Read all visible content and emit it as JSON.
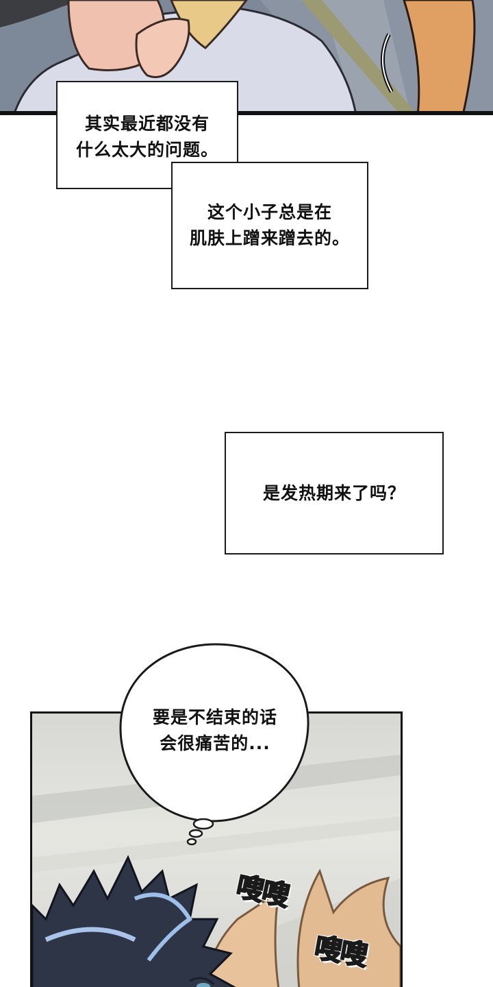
{
  "captions": {
    "caption_1": "其实最近都没有\n什么太大的问题。",
    "caption_2": "这个小子总是在\n肌肤上蹭来蹭去的。",
    "caption_3": "是发热期来了吗？"
  },
  "thought_bubble": {
    "text": "要是不结束的话\n会很痛苦的..."
  },
  "sound_effects": {
    "sfx_1": "嗖嗖",
    "sfx_2": "嗖嗖"
  },
  "colors": {
    "panel_border": "#111111",
    "sfx_fill": "#e8553f",
    "hair_dark": "#2c3446",
    "cat_ears": "#e2b98f"
  }
}
